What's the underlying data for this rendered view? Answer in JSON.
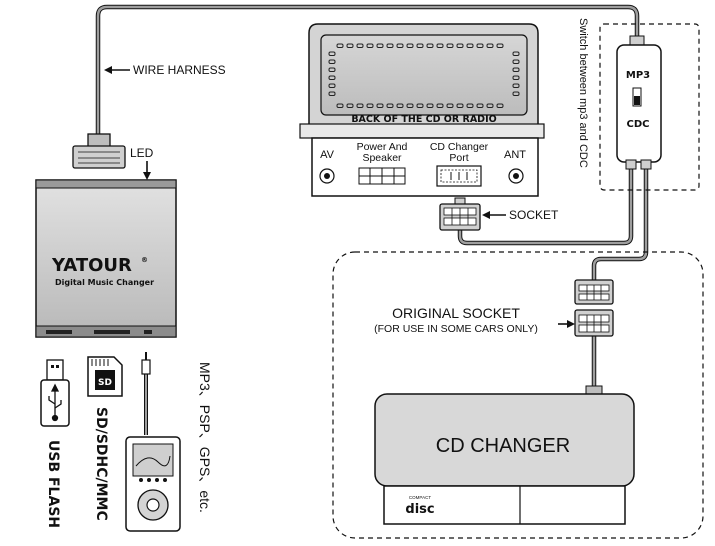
{
  "labels": {
    "wire_harness": "WIRE HARNESS",
    "led": "LED",
    "radio_back": "BACK OF THE CD OR RADIO",
    "av": "AV",
    "power_speaker_line1": "Power And",
    "power_speaker_line2": "Speaker",
    "cd_changer_port_line1": "CD Changer",
    "cd_changer_port_line2": "Port",
    "ant": "ANT",
    "socket": "SOCKET",
    "switch_note": "Switch between mp3 and CDC",
    "switch_mp3": "MP3",
    "switch_cdc": "CDC",
    "original_socket": "ORIGINAL SOCKET",
    "original_socket_note": "(FOR USE IN SOME CARS ONLY)",
    "cd_changer": "CD CHANGER",
    "usb_flash": "USB FLASH",
    "sd_cards": "SD/SDHC/MMC",
    "media_players": "MP3、PSP、GPS、etc.",
    "disc_logo": "disc",
    "disc_logo_small": "COMPACT"
  },
  "device": {
    "brand": "YATOUR",
    "brand_mark": "®",
    "subtitle": "Digital Music Changer"
  },
  "colors": {
    "device_body": "#c9c9c9",
    "cable": "#9a9a9a",
    "outline": "#111111",
    "panel": "#e6e6e6"
  }
}
